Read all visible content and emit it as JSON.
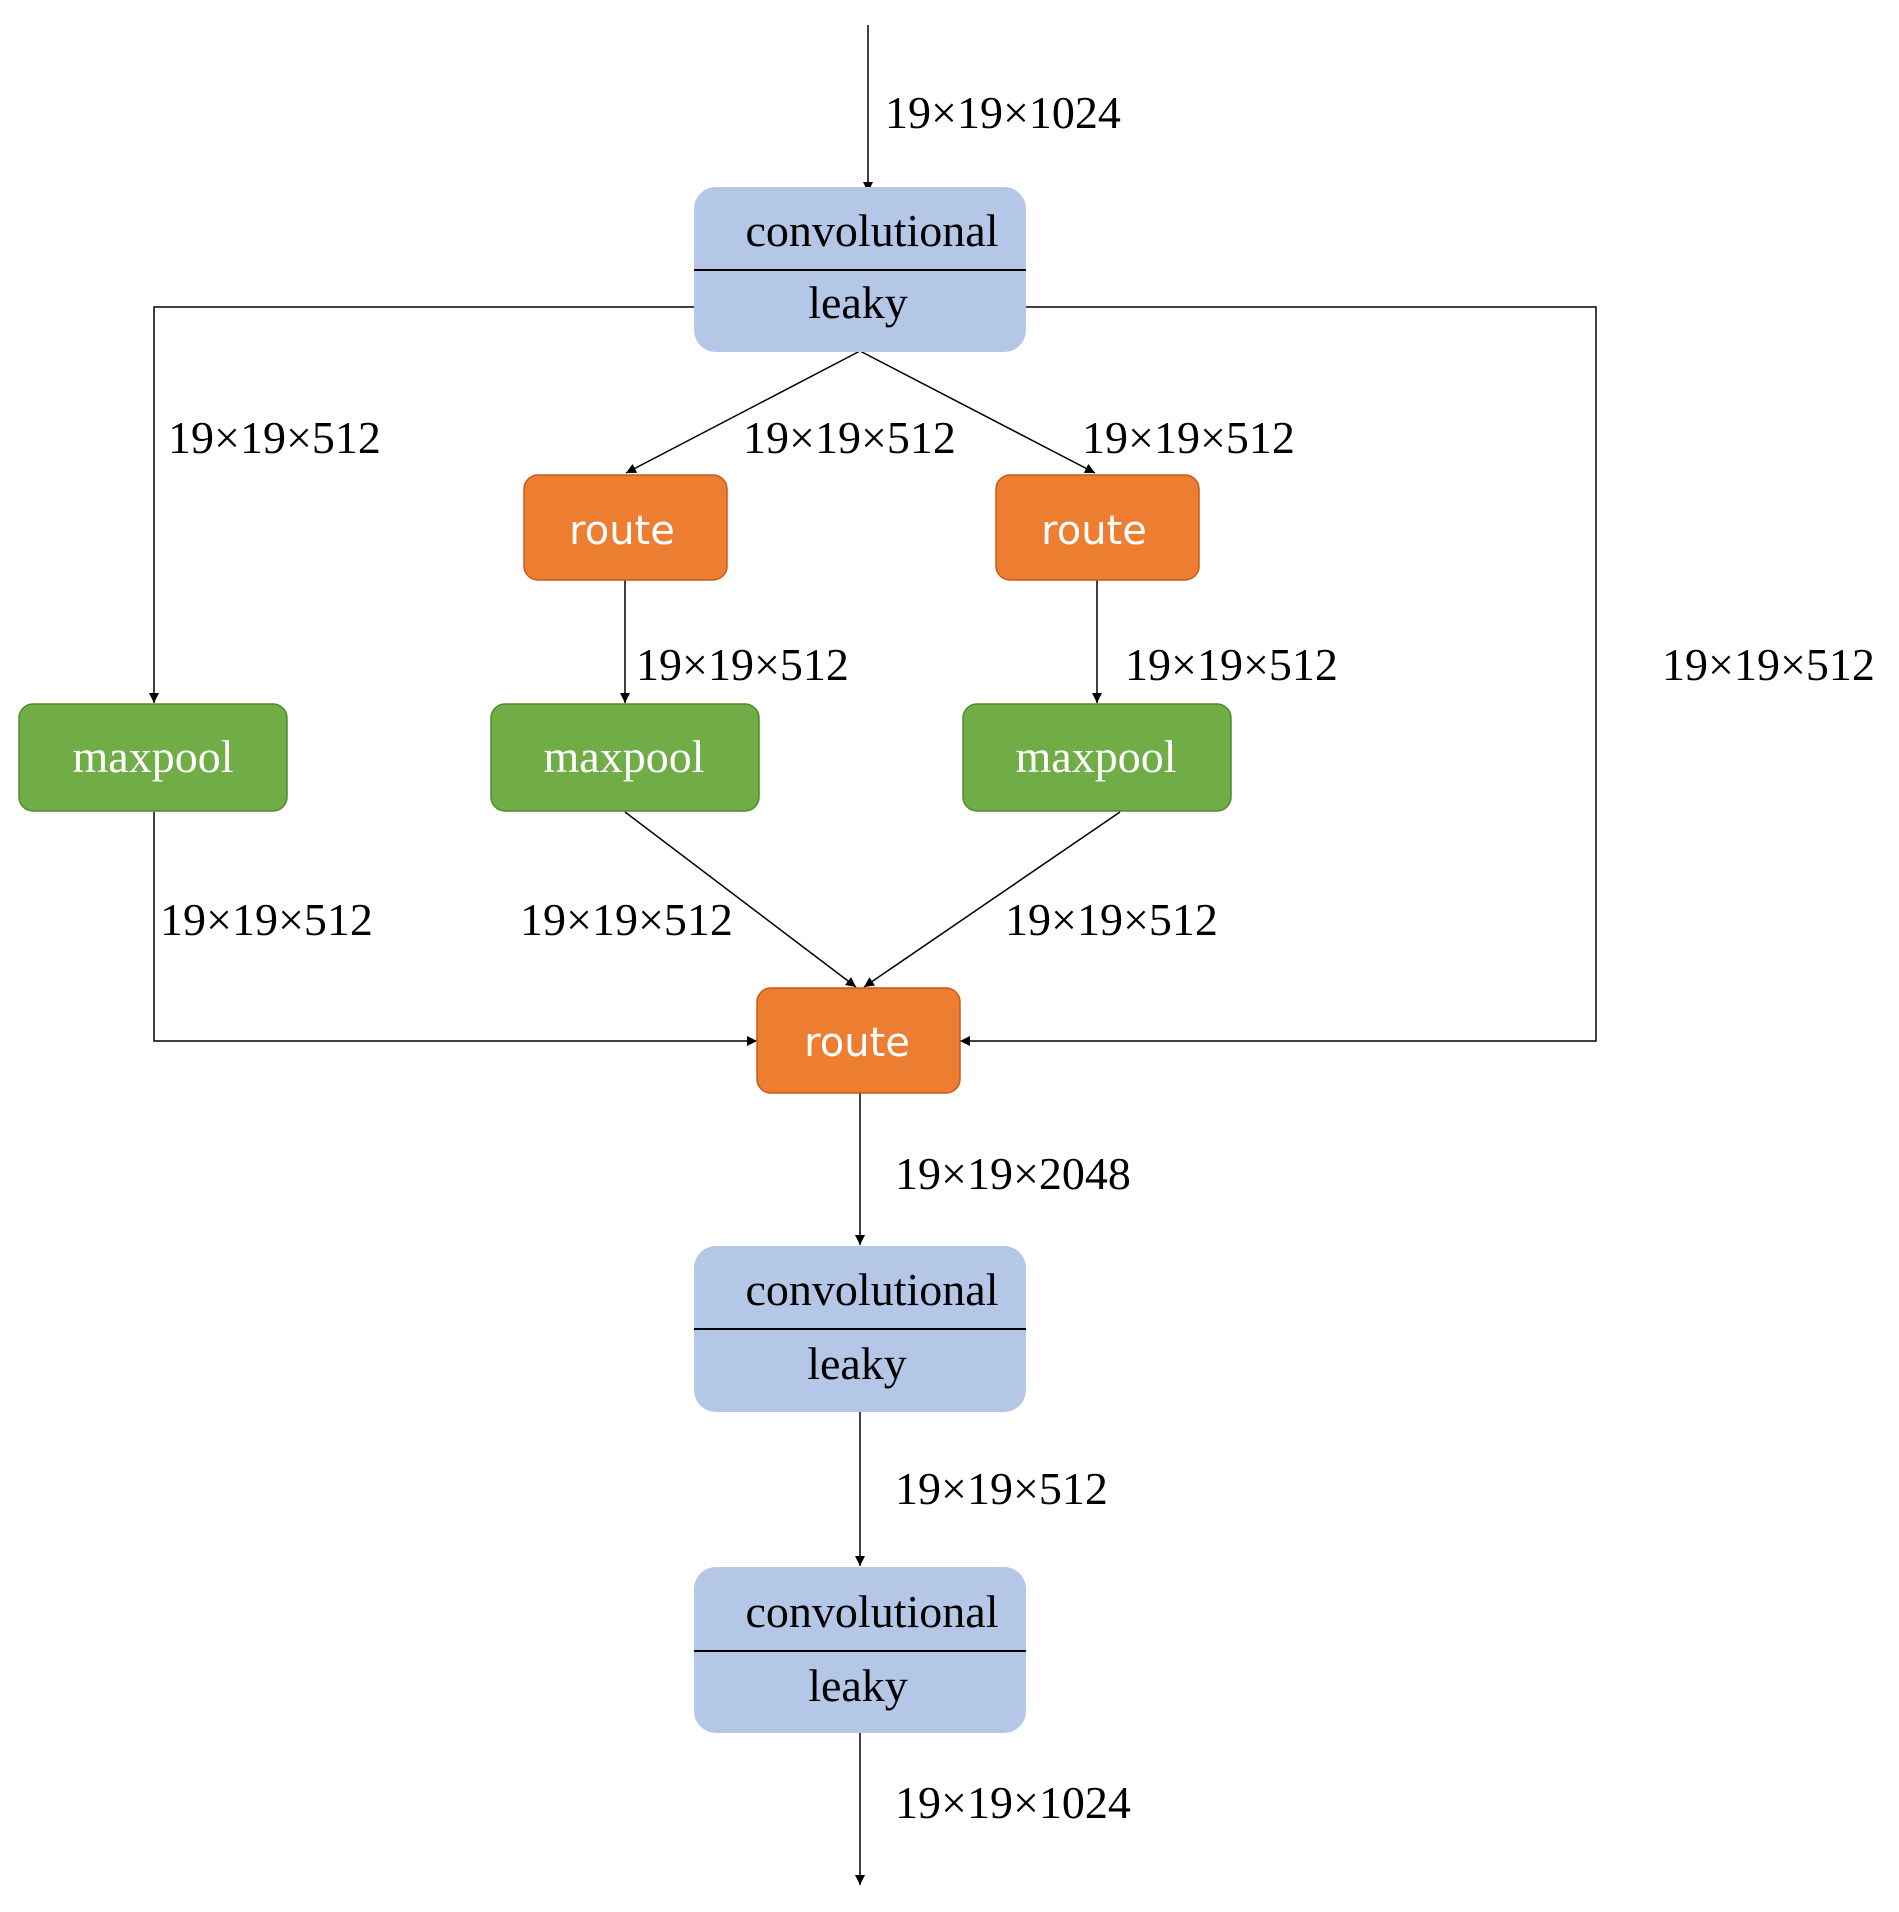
{
  "colors": {
    "conv": "#b4c7e7",
    "route": "#ed7d31",
    "route_border": "#c55a1a",
    "maxpool": "#70ad47",
    "maxpool_border": "#4e8a2e",
    "edge": "#000000"
  },
  "nodes": {
    "conv1": {
      "top_label": "convolutional",
      "bottom_label": "leaky"
    },
    "route_left": {
      "label": "route"
    },
    "route_right": {
      "label": "route"
    },
    "maxpool_outer": {
      "label": "maxpool"
    },
    "maxpool_mid": {
      "label": "maxpool"
    },
    "maxpool_right": {
      "label": "maxpool"
    },
    "route_merge": {
      "label": "route"
    },
    "conv2": {
      "top_label": "convolutional",
      "bottom_label": "leaky"
    },
    "conv3": {
      "top_label": "convolutional",
      "bottom_label": "leaky"
    }
  },
  "edge_labels": {
    "input": "19×19×1024",
    "conv1_to_maxpool_outer": "19×19×512",
    "conv1_to_route_left": "19×19×512",
    "conv1_to_route_right": "19×19×512",
    "route_left_to_maxpool_mid": "19×19×512",
    "route_right_to_maxpool_right": "19×19×512",
    "conv1_bypass_right": "19×19×512",
    "maxpool_outer_to_merge": "19×19×512",
    "maxpool_mid_to_merge": "19×19×512",
    "maxpool_right_to_merge": "19×19×512",
    "merge_to_conv2": "19×19×2048",
    "conv2_to_conv3": "19×19×512",
    "output": "19×19×1024"
  }
}
